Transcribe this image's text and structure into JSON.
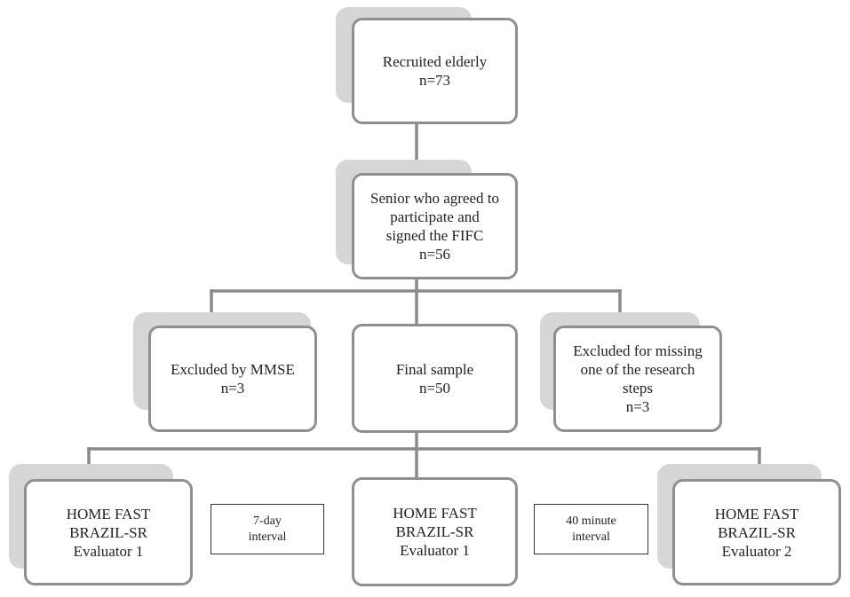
{
  "nodes": {
    "recruited": {
      "lines": [
        "Recruited elderly",
        "n=73"
      ]
    },
    "agreed": {
      "lines": [
        "Senior who agreed to",
        "participate and",
        "signed the FIFC",
        "n=56"
      ]
    },
    "excluded_mmse": {
      "lines": [
        "Excluded by MMSE",
        "n=3"
      ]
    },
    "final_sample": {
      "lines": [
        "Final sample",
        "n=50"
      ]
    },
    "excluded_missing": {
      "lines": [
        "Excluded  for missing",
        "one of the research",
        "steps",
        "n=3"
      ]
    },
    "home_fast_1a": {
      "lines": [
        "HOME FAST",
        "BRAZIL-SR",
        "Evaluator 1"
      ]
    },
    "home_fast_1b": {
      "lines": [
        "HOME FAST",
        "BRAZIL-SR",
        "Evaluator 1"
      ]
    },
    "home_fast_2": {
      "lines": [
        "HOME FAST",
        "BRAZIL-SR",
        "Evaluator 2"
      ]
    }
  },
  "notes": {
    "interval_7day": {
      "lines": [
        "7-day",
        "interval"
      ]
    },
    "interval_40min": {
      "lines": [
        "40 minute",
        "interval"
      ]
    }
  },
  "colors": {
    "box_border": "#8f8f8f",
    "shadow": "#d6d6d6",
    "connector": "#8a8a8a"
  }
}
